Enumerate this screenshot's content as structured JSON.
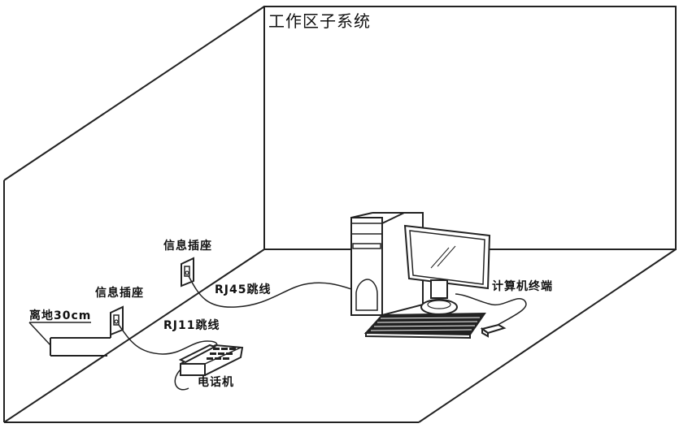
{
  "title": "工作区子系统",
  "labels": {
    "outlet_upper": "信息插座",
    "outlet_lower": "信息插座",
    "height_note": "离地30cm",
    "rj45": "RJ45跳线",
    "rj11": "RJ11跳线",
    "computer": "计算机终端",
    "phone": "电话机"
  },
  "components": [
    {
      "id": "info-outlet-upper",
      "label": "信息插座"
    },
    {
      "id": "info-outlet-lower",
      "label": "信息插座"
    },
    {
      "id": "rj45-patch-cord",
      "label": "RJ45跳线"
    },
    {
      "id": "rj11-patch-cord",
      "label": "RJ11跳线"
    },
    {
      "id": "computer-terminal",
      "label": "计算机终端"
    },
    {
      "id": "telephone",
      "label": "电话机"
    }
  ],
  "colors": {
    "line": "#222222",
    "background": "#ffffff"
  }
}
